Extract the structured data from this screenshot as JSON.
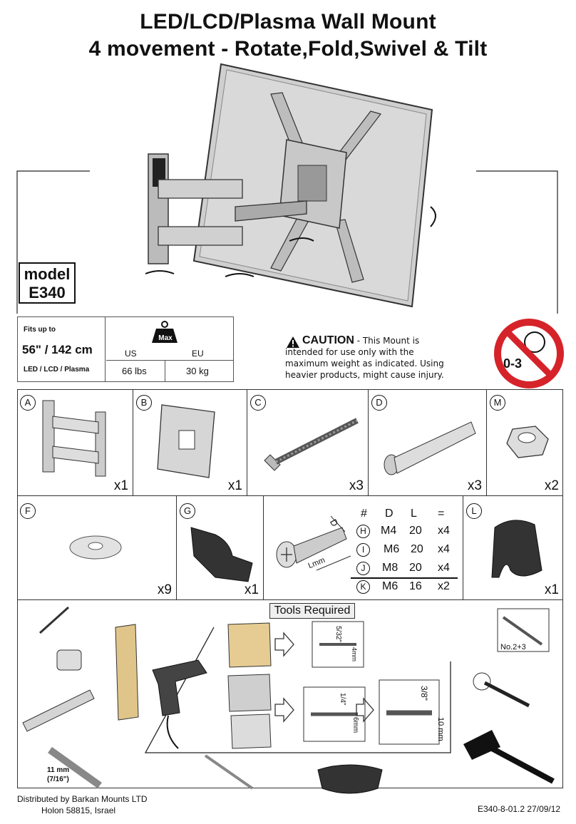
{
  "header": {
    "title_line1": "LED/LCD/Plasma Wall Mount",
    "title_line2": "4 movement - Rotate,Fold,Swivel & Tilt"
  },
  "model": {
    "label": "model",
    "number": "E340"
  },
  "spec": {
    "fits_label": "Fits up to",
    "size": "56\" / 142 cm",
    "types": "LED / LCD / Plasma",
    "max_label": "Max",
    "us_label": "US",
    "eu_label": "EU",
    "us_value": "66 lbs",
    "eu_value": "30 kg"
  },
  "caution": {
    "heading": "CAUTION",
    "text_lead": " - This Mount is",
    "text_rest": "intended for use only with the maximum weight as indicated. Using heavier products, might cause injury."
  },
  "age_badge": {
    "label": "0-3"
  },
  "parts": [
    {
      "id": "A",
      "qty": "x1"
    },
    {
      "id": "B",
      "qty": "x1"
    },
    {
      "id": "C",
      "qty": "x3"
    },
    {
      "id": "D",
      "qty": "x3"
    },
    {
      "id": "M",
      "qty": "x2"
    },
    {
      "id": "F",
      "qty": "x9"
    },
    {
      "id": "G",
      "qty": "x1"
    },
    {
      "id": "L",
      "qty": "x1"
    }
  ],
  "screw_diagram": {
    "d_label": "D",
    "l_label": "Lmm"
  },
  "screw_table": {
    "headers": [
      "#",
      "D",
      "L",
      "="
    ],
    "rows": [
      {
        "id": "H",
        "d": "M4",
        "l": "20",
        "q": "x4"
      },
      {
        "id": "I",
        "d": "M6",
        "l": "20",
        "q": "x4"
      },
      {
        "id": "J",
        "d": "M8",
        "l": "20",
        "q": "x4"
      },
      {
        "id": "K",
        "d": "M6",
        "l": "16",
        "q": "x2"
      }
    ]
  },
  "tools": {
    "title": "Tools Required",
    "wood_bit_inch": "5/32\"",
    "wood_bit_mm": "4mm",
    "masonry_bit_inch": "1/4\"",
    "masonry_bit_mm": "6mm",
    "masonry_bit2_inch": "3/8\"",
    "masonry_bit2_mm": "10 mm",
    "screwdriver_label": "No.2+3",
    "wrench_mm": "11 mm",
    "wrench_inch": "(7/16\")"
  },
  "footer": {
    "distributor_line1": "Distributed by Barkan Mounts LTD",
    "distributor_line2": "Holon 58815, Israel",
    "doc_code": "E340-8-01.2  27/09/12"
  }
}
